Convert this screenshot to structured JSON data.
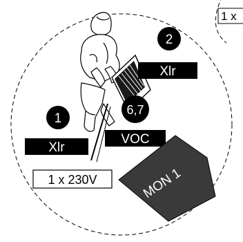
{
  "stage_plot": {
    "badges": [
      {
        "id": "badge-1",
        "number": "1",
        "label": "Xlr"
      },
      {
        "id": "badge-2",
        "number": "2",
        "label": "Xlr"
      },
      {
        "id": "badge-67",
        "number": "6,7",
        "label": "VOC"
      }
    ],
    "power_box_label": "1 x 230V",
    "power_box_partial_label": "1 x",
    "monitor_label": "MON 1",
    "colors": {
      "ink": "#000000",
      "paper": "#ffffff",
      "monitor_fill": "#3a3a3a"
    },
    "icons": {
      "performer": "performer-topview-icon",
      "keyboard": "keyboard-stand-icon",
      "monitor": "wedge-monitor-icon"
    }
  }
}
